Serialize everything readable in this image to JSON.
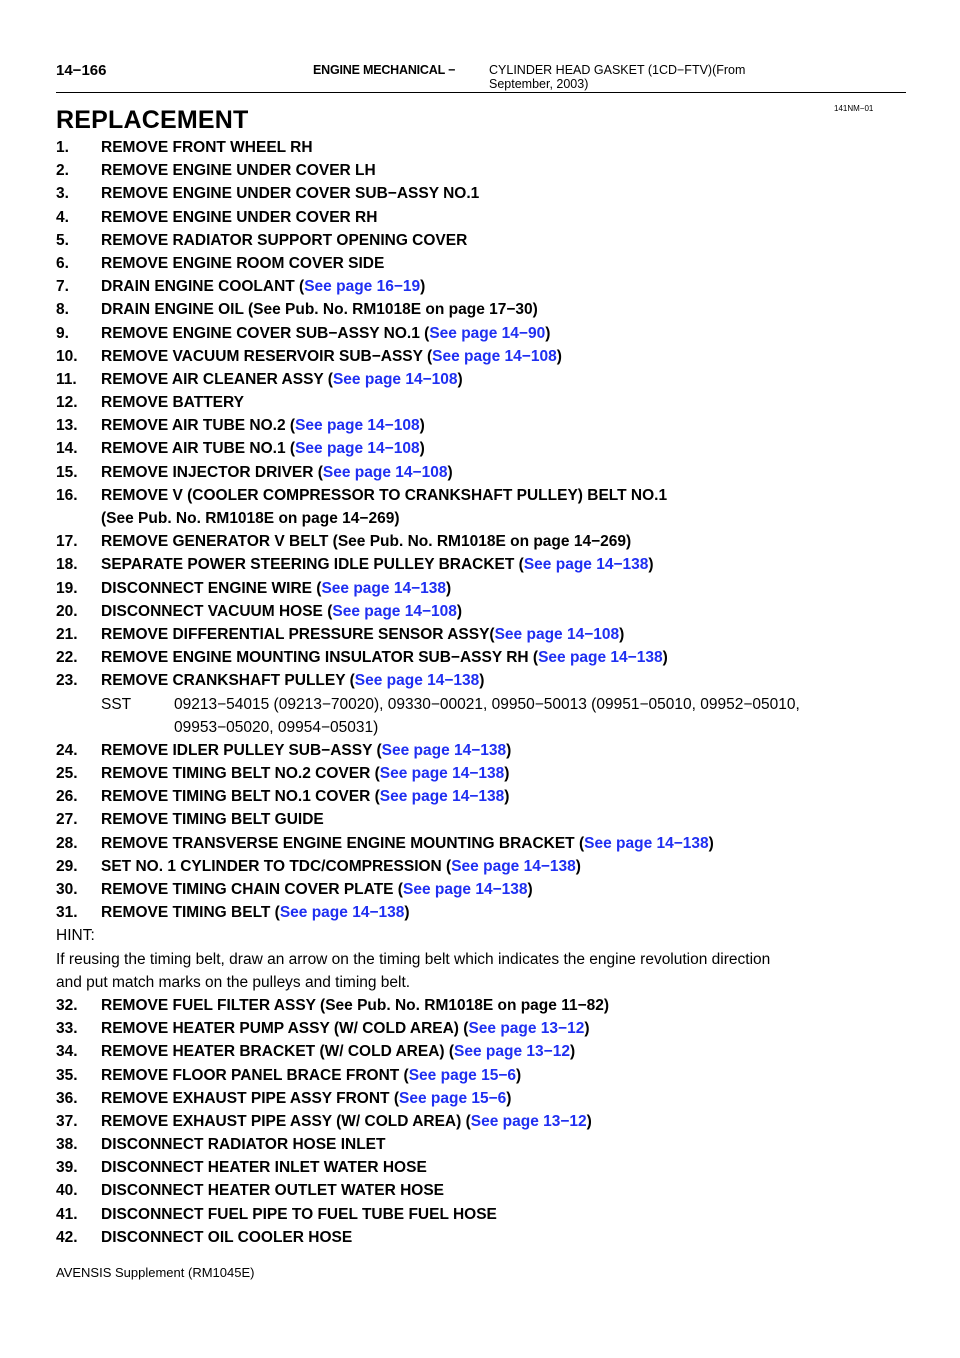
{
  "header": {
    "page_number": "14−166",
    "section": "ENGINE MECHANICAL  −",
    "topic_line1": "CYLINDER HEAD GASKET (1CD−FTV)(From",
    "topic_line2": "September, 2003)",
    "code": "141NM−01"
  },
  "title": "REPLACEMENT",
  "steps": [
    {
      "num": "1.",
      "text": "REMOVE FRONT WHEEL RH",
      "link": ""
    },
    {
      "num": "2.",
      "text": "REMOVE ENGINE UNDER COVER LH",
      "link": ""
    },
    {
      "num": "3.",
      "text": "REMOVE ENGINE UNDER COVER SUB−ASSY NO.1",
      "link": ""
    },
    {
      "num": "4.",
      "text": "REMOVE ENGINE UNDER COVER RH",
      "link": ""
    },
    {
      "num": "5.",
      "text": "REMOVE RADIATOR SUPPORT OPENING COVER",
      "link": ""
    },
    {
      "num": "6.",
      "text": "REMOVE ENGINE ROOM COVER SIDE",
      "link": ""
    },
    {
      "num": "7.",
      "text": "DRAIN ENGINE COOLANT (",
      "link": "See page 16−19",
      "tail": ")"
    },
    {
      "num": "8.",
      "text": "DRAIN ENGINE OIL (See Pub. No. RM1018E on page 17−30)",
      "link": ""
    },
    {
      "num": "9.",
      "text": "REMOVE ENGINE COVER SUB−ASSY NO.1 (",
      "link": "See page 14−90",
      "tail": ")"
    },
    {
      "num": "10.",
      "text": "REMOVE VACUUM RESERVOIR SUB−ASSY (",
      "link": "See page 14−108",
      "tail": ")"
    },
    {
      "num": "11.",
      "text": "REMOVE AIR CLEANER ASSY (",
      "link": "See page 14−108",
      "tail": ")"
    },
    {
      "num": "12.",
      "text": "REMOVE BATTERY",
      "link": ""
    },
    {
      "num": "13.",
      "text": "REMOVE AIR TUBE NO.2 (",
      "link": "See page 14−108",
      "tail": ")"
    },
    {
      "num": "14.",
      "text": "REMOVE AIR TUBE NO.1 (",
      "link": "See page 14−108",
      "tail": ")"
    },
    {
      "num": "15.",
      "text": "REMOVE INJECTOR DRIVER (",
      "link": "See page 14−108",
      "tail": ")"
    },
    {
      "num": "16.",
      "text": "REMOVE V (COOLER COMPRESSOR TO CRANKSHAFT PULLEY) BELT NO.1",
      "link": ""
    }
  ],
  "step16_cont": "(See Pub. No. RM1018E on page 14−269)",
  "steps_b": [
    {
      "num": "17.",
      "text": "REMOVE GENERATOR V BELT (See Pub. No. RM1018E on page 14−269)",
      "link": ""
    },
    {
      "num": "18.",
      "text": "SEPARATE POWER STEERING IDLE PULLEY BRACKET (",
      "link": "See page 14−138",
      "tail": ")"
    },
    {
      "num": "19.",
      "text": "DISCONNECT ENGINE WIRE (",
      "link": "See page 14−138",
      "tail": ")"
    },
    {
      "num": "20.",
      "text": "DISCONNECT VACUUM HOSE (",
      "link": "See page 14−108",
      "tail": ")"
    },
    {
      "num": "21.",
      "text": "REMOVE DIFFERENTIAL PRESSURE SENSOR ASSY(",
      "link": "See page 14−108",
      "tail": ")"
    },
    {
      "num": "22.",
      "text": "REMOVE ENGINE MOUNTING INSULATOR SUB−ASSY RH (",
      "link": "See page 14−138",
      "tail": ")"
    },
    {
      "num": "23.",
      "text": "REMOVE CRANKSHAFT PULLEY (",
      "link": "See page 14−138",
      "tail": ")"
    }
  ],
  "sst": {
    "label": "SST",
    "line1": "09213−54015 (09213−70020), 09330−00021, 09950−50013 (09951−05010, 09952−05010,",
    "line2": "09953−05020, 09954−05031)"
  },
  "steps_c": [
    {
      "num": "24.",
      "text": "REMOVE IDLER PULLEY SUB−ASSY (",
      "link": "See page 14−138",
      "tail": ")"
    },
    {
      "num": "25.",
      "text": "REMOVE TIMING BELT NO.2 COVER (",
      "link": "See page 14−138",
      "tail": ")"
    },
    {
      "num": "26.",
      "text": "REMOVE TIMING BELT NO.1 COVER (",
      "link": "See page 14−138",
      "tail": ")"
    },
    {
      "num": "27.",
      "text": "REMOVE TIMING BELT GUIDE",
      "link": ""
    },
    {
      "num": "28.",
      "text": "REMOVE TRANSVERSE ENGINE ENGINE MOUNTING BRACKET (",
      "link": "See page 14−138",
      "tail": ")"
    },
    {
      "num": "29.",
      "text": "SET NO. 1 CYLINDER TO TDC/COMPRESSION (",
      "link": "See page 14−138",
      "tail": ")"
    },
    {
      "num": "30.",
      "text": "REMOVE TIMING CHAIN COVER PLATE (",
      "link": "See page 14−138",
      "tail": ")"
    },
    {
      "num": "31.",
      "text": "REMOVE TIMING BELT (",
      "link": "See page 14−138",
      "tail": ")"
    }
  ],
  "hint": {
    "label": "HINT:",
    "line1": "If reusing the timing belt, draw an arrow on the timing belt which indicates the engine revolution direction",
    "line2": "and put match marks on the pulleys and timing belt."
  },
  "steps_d": [
    {
      "num": "32.",
      "text": "REMOVE FUEL FILTER ASSY (See Pub. No. RM1018E on page 11−82)",
      "link": ""
    },
    {
      "num": "33.",
      "text": "REMOVE HEATER PUMP ASSY (W/ COLD AREA) (",
      "link": "See page 13−12",
      "tail": ")"
    },
    {
      "num": "34.",
      "text": "REMOVE HEATER BRACKET (W/ COLD AREA) (",
      "link": "See page 13−12",
      "tail": ")"
    },
    {
      "num": "35.",
      "text": "REMOVE FLOOR PANEL BRACE FRONT (",
      "link": "See page 15−6",
      "tail": ")"
    },
    {
      "num": "36.",
      "text": "REMOVE EXHAUST PIPE ASSY FRONT (",
      "link": "See page 15−6",
      "tail": ")"
    },
    {
      "num": "37.",
      "text": "REMOVE EXHAUST PIPE ASSY (W/ COLD AREA) (",
      "link": "See page 13−12",
      "tail": ")"
    },
    {
      "num": "38.",
      "text": "DISCONNECT RADIATOR HOSE INLET",
      "link": ""
    },
    {
      "num": "39.",
      "text": "DISCONNECT HEATER INLET WATER HOSE",
      "link": ""
    },
    {
      "num": "40.",
      "text": "DISCONNECT HEATER OUTLET WATER HOSE",
      "link": ""
    },
    {
      "num": "41.",
      "text": "DISCONNECT FUEL PIPE TO FUEL TUBE FUEL HOSE",
      "link": ""
    },
    {
      "num": "42.",
      "text": "DISCONNECT OIL COOLER HOSE",
      "link": ""
    }
  ],
  "footer": "AVENSIS Supplement  (RM1045E)"
}
